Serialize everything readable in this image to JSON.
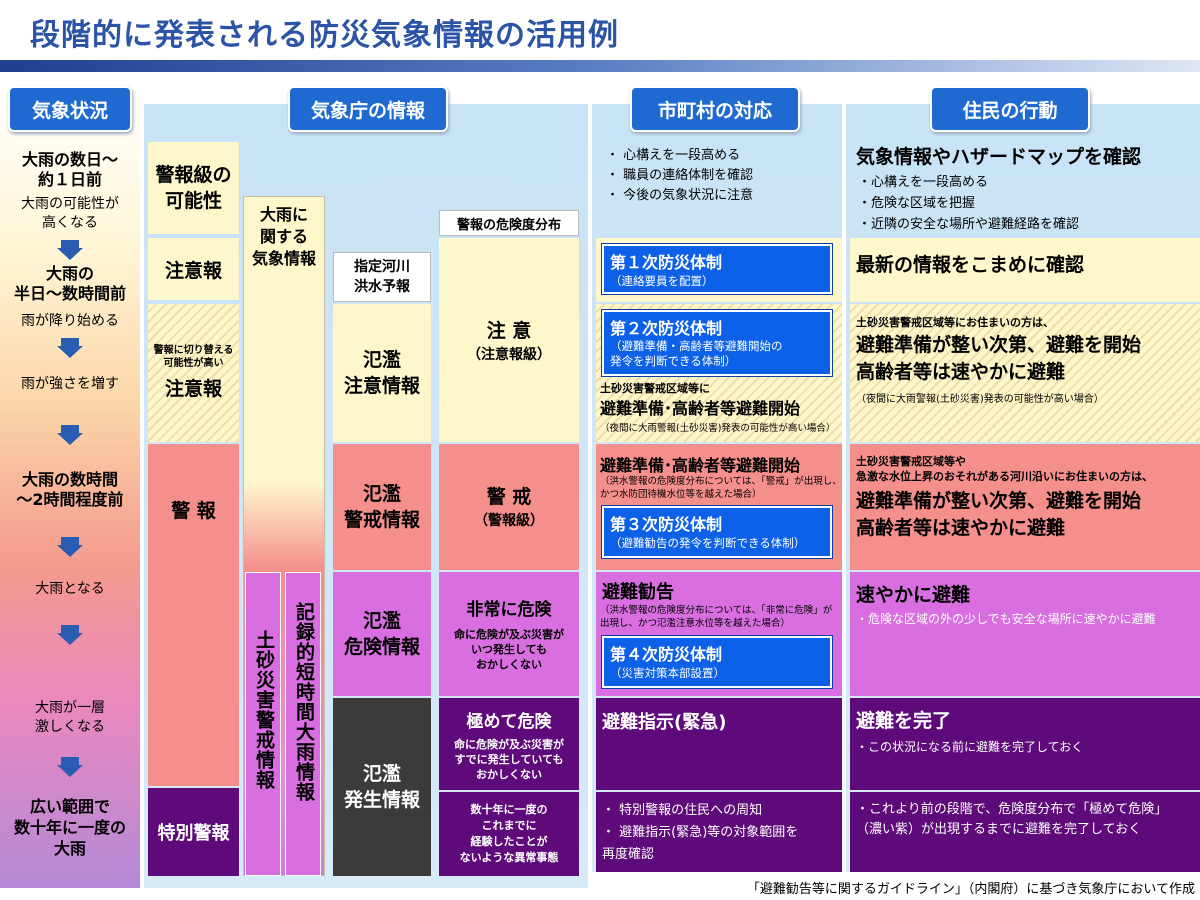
{
  "title": "段階的に発表される防災気象情報の活用例",
  "headers": {
    "weather": "気象状況",
    "jma": "気象庁の情報",
    "municipal": "市町村の対応",
    "resident": "住民の行動"
  },
  "weather": [
    {
      "main": "大雨の数日～\n約１日前",
      "sub": "大雨の可能性が\n高くなる"
    },
    {
      "main": "大雨の\n半日～数時間前",
      "sub": "雨が降り始める"
    },
    {
      "main": "",
      "sub": "雨が強さを増す"
    },
    {
      "main": "大雨の数時間\n～2時間程度前",
      "sub": ""
    },
    {
      "main": "",
      "sub": "大雨となる"
    },
    {
      "main": "",
      "sub": "大雨が一層\n激しくなる"
    },
    {
      "main": "広い範囲で\n数十年に一度の\n大雨",
      "sub": ""
    }
  ],
  "jma": {
    "keiho_kanousei": "警報級の\n可能性",
    "chuiho": "注意報",
    "kirikae_small": "警報に切り替える\n可能性が高い",
    "kirikae_main": "注意報",
    "keiho": "警 報",
    "tokubetsu": "特別警報",
    "ooame_kisho": "大雨に\n関する\n気象情報",
    "dosha": "土砂災害警戒情報",
    "kiroku": "記録的短時間大雨情報",
    "kasen_hdr": "指定河川\n洪水予報",
    "hanran1": "氾濫\n注意情報",
    "hanran2": "氾濫\n警戒情報",
    "hanran3": "氾濫\n危険情報",
    "hanran4": "氾濫\n発生情報",
    "bunpu_hdr": "警報の危険度分布",
    "bunpu1_main": "注 意",
    "bunpu1_sub": "（注意報級）",
    "bunpu2_main": "警 戒",
    "bunpu2_sub": "（警報級）",
    "bunpu3_main": "非常に危険",
    "bunpu3_sub": "命に危険が及ぶ災害が\nいつ発生しても\nおかしくない",
    "bunpu4_main": "極めて危険",
    "bunpu4_sub": "命に危険が及ぶ災害が\nすでに発生していても\nおかしくない",
    "bunpu5": "数十年に一度の\nこれまでに\n経験したことが\nないような異常事態"
  },
  "municipal": {
    "bullets1": [
      "心構えを一段高める",
      "職員の連絡体制を確認",
      "今後の気象状況に注意"
    ],
    "box1_h": "第１次防災体制",
    "box1_s": "（連絡要員を配置）",
    "box2_h": "第２次防災体制",
    "box2_s": "（避難準備・高齢者等避難開始の\n発令を判断できる体制）",
    "y3_small": "土砂災害警戒区域等に",
    "y3_main": "避難準備･高齢者等避難開始",
    "y3_note": "（夜間に大雨警報(土砂災害)発表の可能性が高い場合）",
    "r_main": "避難準備･高齢者等避難開始",
    "r_note": "（洪水警報の危険度分布については、「警戒」が出現し、\nかつ水防団待機水位等を越えた場合）",
    "box3_h": "第３次防災体制",
    "box3_s": "（避難勧告の発令を判断できる体制）",
    "m_main": "避難勧告",
    "m_note": "（洪水警報の危険度分布については、「非常に危険」が\n出現し、かつ氾濫注意水位等を越えた場合）",
    "box4_h": "第４次防災体制",
    "box4_s": "（災害対策本部設置）",
    "p_main": "避難指示(緊急)",
    "bullets2": [
      "特別警報の住民への周知",
      "避難指示(緊急)等の対象範囲を\n再度確認"
    ]
  },
  "resident": {
    "y1_main": "気象情報やハザードマップを確認",
    "y1_bullets": [
      "心構えを一段高める",
      "危険な区域を把握",
      "近隣の安全な場所や避難経路を確認"
    ],
    "y2_main": "最新の情報をこまめに確認",
    "y3_small": "土砂災害警戒区域等にお住まいの方は、",
    "y3_main": "避難準備が整い次第、避難を開始\n高齢者等は速やかに避難",
    "y3_note": "（夜間に大雨警報(土砂災害)発表の可能性が高い場合）",
    "r_small": "土砂災害警戒区域等や\n急激な水位上昇のおそれがある河川沿いにお住まいの方は、",
    "r_main": "避難準備が整い次第、避難を開始\n高齢者等は速やかに避難",
    "m_main": "速やかに避難",
    "m_bullet": "危険な区域の外の少しでも安全な場所に速やかに避難",
    "p_main": "避難を完了",
    "p_bullet": "この状況になる前に避難を完了しておく",
    "w_bullet": "これより前の段階で、危険度分布で「極めて危険」\n（濃い紫）が出現するまでに避難を完了しておく"
  },
  "footer": "「避難勧告等に関するガイドライン」（内閣府）に基づき気象庁において作成",
  "colors": {
    "header_blue": "#1e6ad1",
    "yellow": "#fff7cc",
    "red": "#f48f8c",
    "magenta": "#d86ee0",
    "purple": "#5e0a7a",
    "box_blue": "#0d61e8"
  }
}
